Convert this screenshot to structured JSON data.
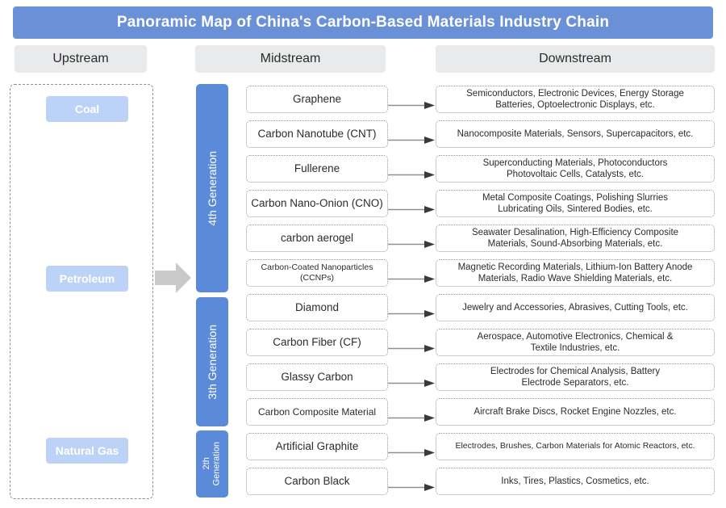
{
  "title": "Panoramic Map of China's Carbon-Based Materials Industry Chain",
  "colors": {
    "title_bar": "#6a91d8",
    "tab_bg": "#e8eaeb",
    "upstream_item": "#bcd3f7",
    "generation_bar": "#5b8ad8",
    "arrow_grey": "#c9c9c9",
    "dotted_border": "#9a9a9a"
  },
  "columns": {
    "upstream_label": "Upstream",
    "midstream_label": "Midstream",
    "downstream_label": "Downstream"
  },
  "upstream": {
    "items": [
      {
        "label": "Coal"
      },
      {
        "label": "Petroleum"
      },
      {
        "label": "Natural Gas"
      }
    ]
  },
  "generations": [
    {
      "label": "4th Generation"
    },
    {
      "label": "3th Generation"
    },
    {
      "label": "2th\nGeneration"
    }
  ],
  "rows": [
    {
      "midstream": "Graphene",
      "downstream": "Semiconductors, Electronic Devices, Energy Storage\nBatteries, Optoelectronic Displays, etc."
    },
    {
      "midstream": "Carbon Nanotube (CNT)",
      "downstream": "Nanocomposite Materials, Sensors, Supercapacitors, etc."
    },
    {
      "midstream": "Fullerene",
      "downstream": "Superconducting Materials, Photoconductors\nPhotovoltaic Cells, Catalysts, etc."
    },
    {
      "midstream": "Carbon Nano-Onion (CNO)",
      "downstream": "Metal Composite Coatings, Polishing Slurries\nLubricating Oils, Sintered Bodies, etc."
    },
    {
      "midstream": "carbon aerogel",
      "downstream": "Seawater Desalination, High-Efficiency Composite\nMaterials, Sound-Absorbing Materials, etc."
    },
    {
      "midstream": "Carbon-Coated Nanoparticles\n(CCNPs)",
      "downstream": "Magnetic Recording Materials, Lithium-Ion Battery Anode\nMaterials, Radio Wave Shielding Materials, etc."
    },
    {
      "midstream": "Diamond",
      "downstream": "Jewelry and Accessories, Abrasives, Cutting Tools, etc."
    },
    {
      "midstream": "Carbon Fiber (CF)",
      "downstream": "Aerospace, Automotive Electronics, Chemical &\nTextile Industries, etc."
    },
    {
      "midstream": "Glassy Carbon",
      "downstream": "Electrodes for Chemical Analysis, Battery\nElectrode Separators, etc."
    },
    {
      "midstream": "Carbon Composite Material",
      "downstream": "Aircraft Brake Discs, Rocket Engine Nozzles, etc."
    },
    {
      "midstream": "Artificial Graphite",
      "downstream": "Electrodes, Brushes, Carbon Materials for Atomic Reactors, etc."
    },
    {
      "midstream": "Carbon Black",
      "downstream": "Inks, Tires, Plastics, Cosmetics, etc."
    }
  ]
}
